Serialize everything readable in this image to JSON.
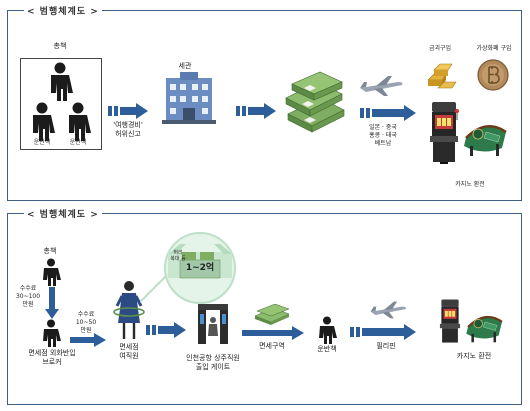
{
  "panel1": {
    "title": "< 범행체계도 >",
    "boss": "총책",
    "courier1": "운반책",
    "courier2": "운반책",
    "customs": "세관",
    "false_report_line1": "'여행경비'",
    "false_report_line2": "허위신고",
    "destinations_line1": "일본 · 중국",
    "destinations_line2": "홍콩 · 태국",
    "destinations_line3": "베트남",
    "gold": "금괴구입",
    "crypto": "가상화폐 구입",
    "casino": "카지노 환전"
  },
  "panel2": {
    "title": "< 범행체계도 >",
    "boss": "총책",
    "fee1_line1": "수수료",
    "fee1_line2": "30~100",
    "fee1_line3": "만원",
    "broker_line1": "면세점 외화반입",
    "broker_line2": "브로커",
    "fee2_line1": "수수료",
    "fee2_line2": "10~50",
    "fee2_line3": "만원",
    "staff_line1": "면세점",
    "staff_line2": "여직원",
    "body_tag_line1": "허리",
    "body_tag_line2": "복대 등",
    "amount": "1~2억",
    "gate_line1": "인천공항 상주직원",
    "gate_line2": "출입 게이트",
    "duty_free_zone": "면세구역",
    "courier": "운반책",
    "destination": "필리핀",
    "casino": "카지노 환전"
  },
  "colors": {
    "border": "#3f5f86",
    "arrow": "#2e5e9a",
    "money": "#6f9a58",
    "person": "#1b1b1b"
  }
}
